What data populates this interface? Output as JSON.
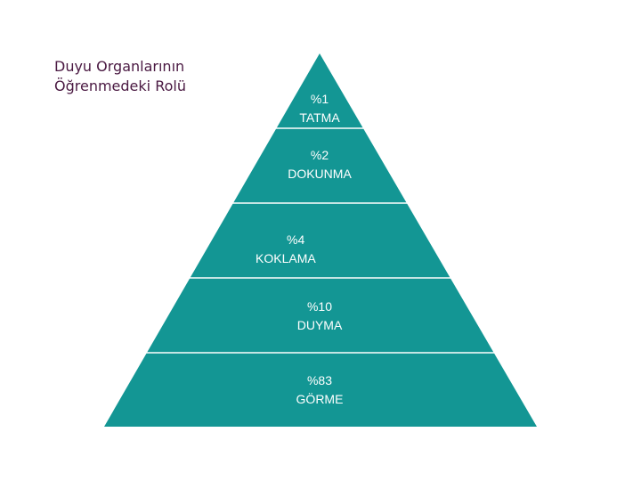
{
  "title": {
    "line1": "Duyu Organlarının",
    "line2": "Öğrenmedeki Rolü"
  },
  "colors": {
    "pyramid_fill": "#139694",
    "divider": "#ffffff",
    "title_text": "#4a1942",
    "label_text": "#ffffff"
  },
  "levels": [
    {
      "percent": "%1",
      "name": "TATMA"
    },
    {
      "percent": "%2",
      "name": "DOKUNMA"
    },
    {
      "percent": "%4",
      "name": "KOKLAMA"
    },
    {
      "percent": "%10",
      "name": "DUYMA"
    },
    {
      "percent": "%83",
      "name": "GÖRME"
    }
  ]
}
